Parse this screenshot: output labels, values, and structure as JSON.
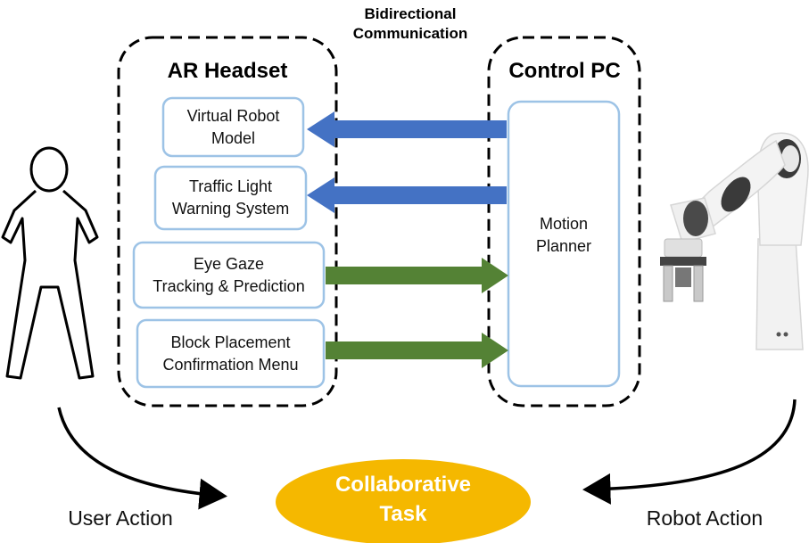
{
  "communication_label": "Bidirectional\nCommunication",
  "ar_headset": {
    "title": "AR Headset",
    "modules": [
      {
        "label": "Virtual Robot\nModel",
        "direction": "incoming",
        "arrow_color": "#4472C4"
      },
      {
        "label": "Traffic Light\nWarning System",
        "direction": "incoming",
        "arrow_color": "#4472C4"
      },
      {
        "label": "Eye Gaze\nTracking & Prediction",
        "direction": "outgoing",
        "arrow_color": "#548235"
      },
      {
        "label": "Block Placement\nConfirmation Menu",
        "direction": "outgoing",
        "arrow_color": "#548235"
      }
    ]
  },
  "control_pc": {
    "title": "Control PC",
    "planner_label": "Motion\nPlanner"
  },
  "actions": {
    "user": "User Action",
    "robot": "Robot Action"
  },
  "task": {
    "label": "Collaborative\nTask",
    "color": "#F5B800"
  },
  "colors": {
    "box_border": "#9DC3E6",
    "dashed_border": "#000000"
  }
}
